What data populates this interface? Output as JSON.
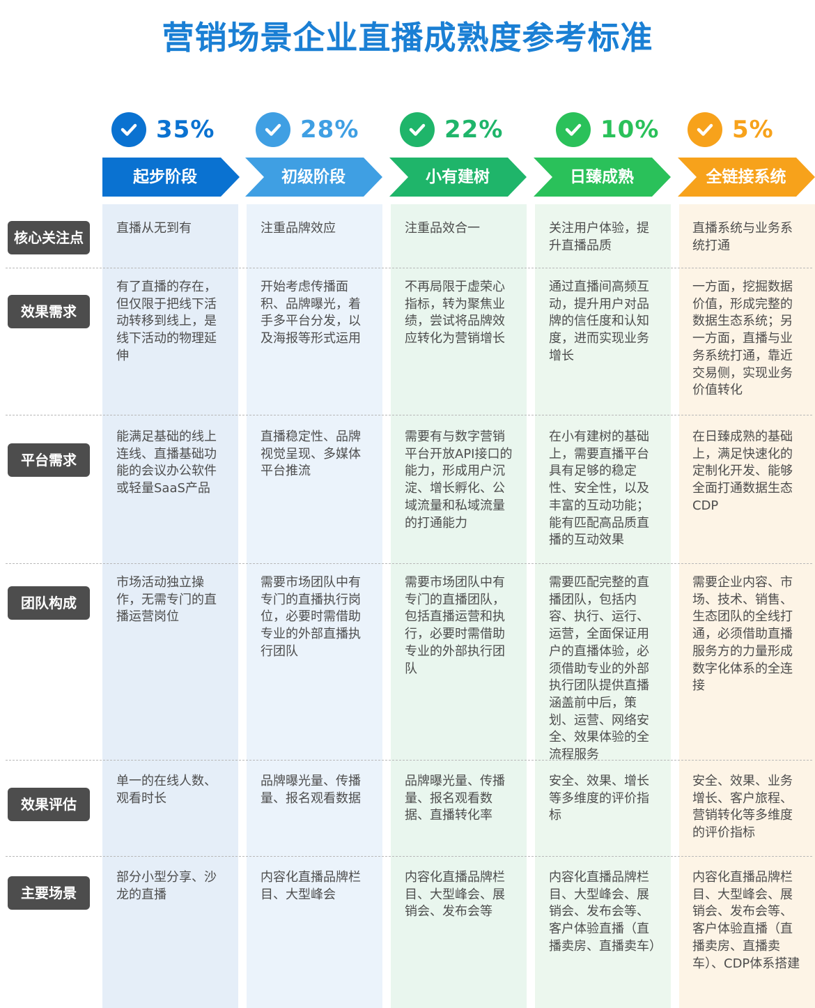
{
  "title": "营销场景企业直播成熟度参考标准",
  "icons": {
    "check": "check-circle-icon"
  },
  "stages": [
    {
      "percent": "35%",
      "label": "起步阶段",
      "color": "#0a72d1",
      "bg": "#e5eef8"
    },
    {
      "percent": "28%",
      "label": "初级阶段",
      "color": "#3f9fe3",
      "bg": "#ebf3fb"
    },
    {
      "percent": "22%",
      "label": "小有建树",
      "color": "#1fb56a",
      "bg": "#e9f6ee"
    },
    {
      "percent": "10%",
      "label": "日臻成熟",
      "color": "#2ac15a",
      "bg": "#ecf7ee"
    },
    {
      "percent": "5%",
      "label": "全链接系统",
      "color": "#f7a21b",
      "bg": "#fdf4e6"
    }
  ],
  "rows": [
    {
      "label": "核心关注点",
      "cells": [
        "直播从无到有",
        "注重品牌效应",
        "注重品效合一",
        "关注用户体验，提升直播品质",
        "直播系统与业务系统打通"
      ]
    },
    {
      "label": "效果需求",
      "cells": [
        "有了直播的存在，但仅限于把线下活动转移到线上，是线下活动的物理延伸",
        "开始考虑传播面积、品牌曝光，着手多平台分发，以及海报等形式运用",
        "不再局限于虚荣心指标，转为聚焦业绩，尝试将品牌效应转化为营销增长",
        "通过直播间高频互动，提升用户对品牌的信任度和认知度，进而实现业务增长",
        "一方面，挖掘数据价值，形成完整的数据生态系统；另一方面，直播与业务系统打通，靠近交易侧，实现业务价值转化"
      ]
    },
    {
      "label": "平台需求",
      "cells": [
        "能满足基础的线上连线、直播基础功能的会议办公软件或轻量SaaS产品",
        "直播稳定性、品牌视觉呈现、多媒体平台推流",
        "需要有与数字营销平台开放API接口的能力，形成用户沉淀、增长孵化、公域流量和私域流量的打通能力",
        "在小有建树的基础上，需要直播平台具有足够的稳定性、安全性，以及丰富的互动功能；能有匹配高品质直播的互动效果",
        "在日臻成熟的基础上，满足快速化的定制化开发、能够全面打通数据生态CDP"
      ]
    },
    {
      "label": "团队构成",
      "cells": [
        "市场活动独立操作，无需专门的直播运营岗位",
        "需要市场团队中有专门的直播执行岗位，必要时需借助专业的外部直播执行团队",
        "需要市场团队中有专门的直播团队，包括直播运营和执行，必要时需借助专业的外部执行团队",
        "需要匹配完整的直播团队，包括内容、执行、运行、运营，全面保证用户的直播体验，必须借助专业的外部执行团队提供直播涵盖前中后，策划、运营、网络安全、效果体验的全流程服务",
        "需要企业内容、市场、技术、销售、生态团队的全线打通，必须借助直播服务方的力量形成数字化体系的全连接"
      ]
    },
    {
      "label": "效果评估",
      "cells": [
        "单一的在线人数、观看时长",
        "品牌曝光量、传播量、报名观看数据",
        "品牌曝光量、传播量、报名观看数据、直播转化率",
        "安全、效果、增长等多维度的评价指标",
        "安全、效果、业务增长、客户旅程、营销转化等多维度的评价指标"
      ]
    },
    {
      "label": "主要场景",
      "cells": [
        "部分小型分享、沙龙的直播",
        "内容化直播品牌栏目、大型峰会",
        "内容化直播品牌栏目、大型峰会、展销会、发布会等",
        "内容化直播品牌栏目、大型峰会、展销会、发布会等、客户体验直播（直播卖房、直播卖车）",
        "内容化直播品牌栏目、大型峰会、展销会、发布会等、客户体验直播（直播卖房、直播卖车）、CDP体系搭建"
      ]
    }
  ]
}
